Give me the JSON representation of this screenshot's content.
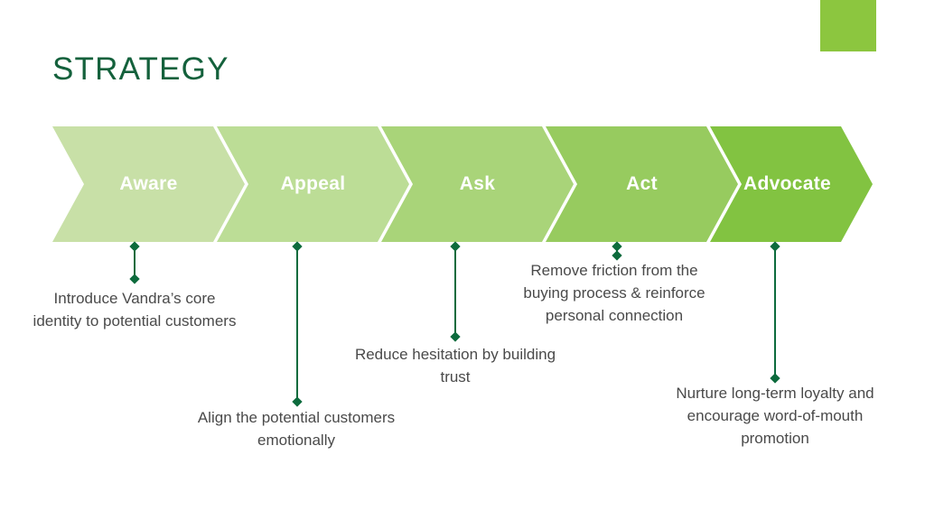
{
  "slide": {
    "title": "STRATEGY",
    "background_color": "#ffffff",
    "title_color": "#14613c",
    "accent_square_color": "#8cc63f",
    "connector_color": "#0d6b3d",
    "caption_color": "#4a4a4a"
  },
  "stages": [
    {
      "label": "Aware",
      "color": "#c8e0a7",
      "caption": "Introduce Vandra’s core identity to potential customers"
    },
    {
      "label": "Appeal",
      "color": "#bcdd96",
      "caption": "Align the potential customers emotionally"
    },
    {
      "label": "Ask",
      "color": "#a9d479",
      "caption": "Reduce hesitation by building trust"
    },
    {
      "label": "Act",
      "color": "#97cb5f",
      "caption": "Remove friction from the buying process & reinforce personal connection"
    },
    {
      "label": "Advocate",
      "color": "#82c341",
      "caption": "Nurture long-term loyalty and encourage word-of-mouth promotion"
    }
  ]
}
